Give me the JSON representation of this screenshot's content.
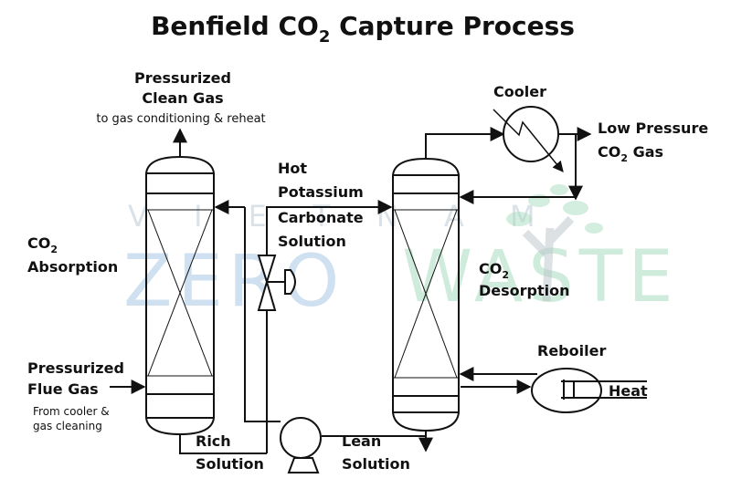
{
  "title": {
    "main": "Benfield CO",
    "sub": "2",
    "end": " Capture Process"
  },
  "watermark": {
    "top": "V I E T N A M",
    "blue": "ZERO",
    "green": "WASTE"
  },
  "labels": {
    "clean_gas_1": "Pressurized",
    "clean_gas_2": "Clean Gas",
    "clean_gas_note": "to gas conditioning & reheat",
    "cooler": "Cooler",
    "low_pressure_1": "Low Pressure",
    "low_pressure_2a": "CO",
    "low_pressure_2sub": "2",
    "low_pressure_2b": " Gas",
    "hot_1": "Hot",
    "hot_2": "Potassium",
    "hot_3": "Carbonate",
    "hot_4": "Solution",
    "absorption_1a": "CO",
    "absorption_1sub": "2",
    "absorption_2": "Absorption",
    "desorption_1a": "CO",
    "desorption_1sub": "2",
    "desorption_2": "Desorption",
    "reboiler": "Reboiler",
    "heat": "Heat",
    "flue_1": "Pressurized",
    "flue_2": "Flue Gas",
    "flue_note_1": "From cooler &",
    "flue_note_2": "gas cleaning",
    "rich_1": "Rich",
    "rich_2": "Solution",
    "lean_1": "Lean",
    "lean_2": "Solution"
  },
  "colors": {
    "line": "#111111",
    "watermark_blue": "#a9c8e4",
    "watermark_green": "#a8dcc0"
  }
}
